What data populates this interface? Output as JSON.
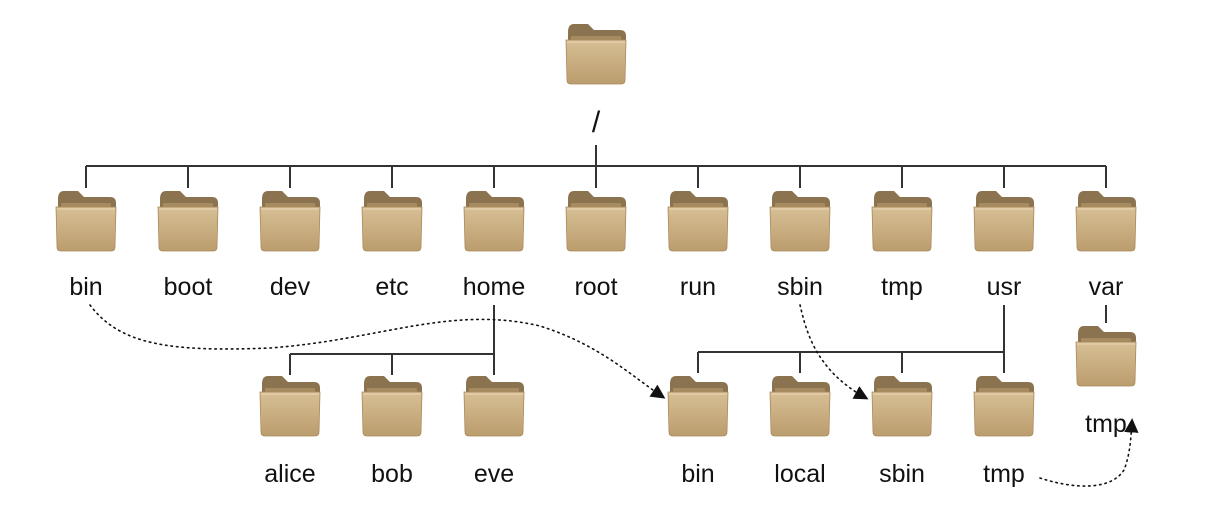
{
  "root": {
    "label": "/",
    "icon": "folder-icon"
  },
  "top_level": [
    "bin",
    "boot",
    "dev",
    "etc",
    "home",
    "root",
    "run",
    "sbin",
    "tmp",
    "usr",
    "var"
  ],
  "home_children": [
    "alice",
    "bob",
    "eve"
  ],
  "usr_children": [
    "bin",
    "local",
    "sbin",
    "tmp"
  ],
  "var_children": [
    "tmp"
  ],
  "symlinks": [
    {
      "from": "bin",
      "to": "usr/bin"
    },
    {
      "from": "sbin",
      "to": "usr/sbin"
    },
    {
      "from": "usr/tmp",
      "to": "var/tmp"
    }
  ],
  "colors": {
    "folder_body": "#c9ae82",
    "folder_tab": "#8b7350",
    "folder_back": "#a68a60",
    "line": "#333333"
  }
}
